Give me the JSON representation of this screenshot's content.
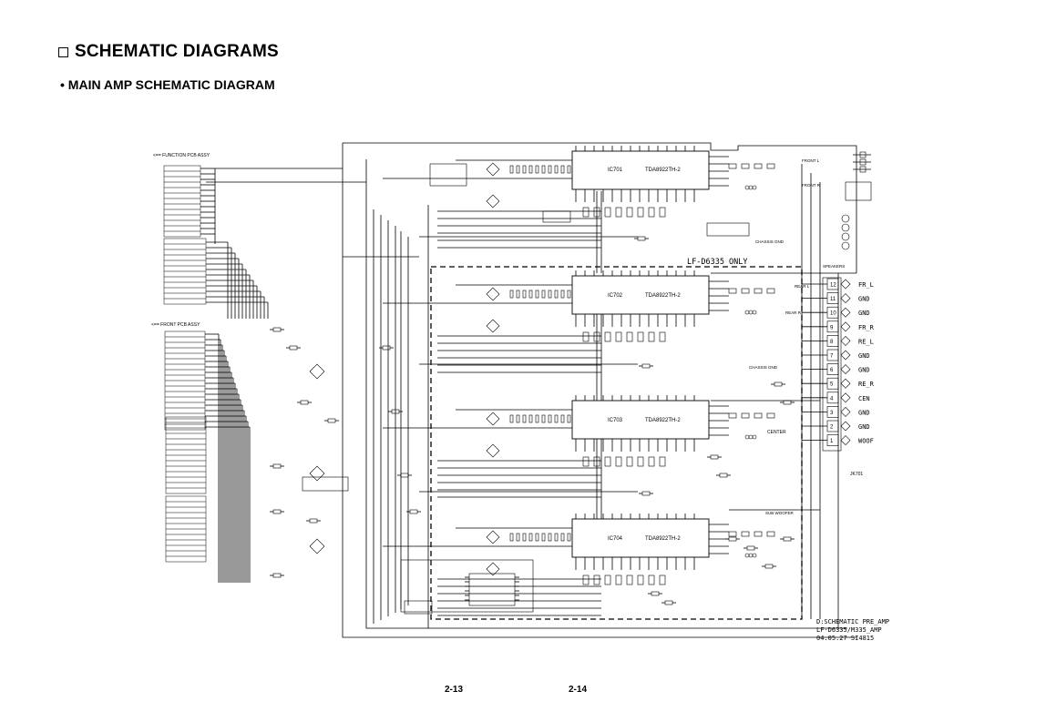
{
  "header": {
    "title": "SCHEMATIC DIAGRAMS",
    "subtitle": "• MAIN AMP SCHEMATIC DIAGRAM"
  },
  "labels": {
    "function_pcb": "<== FUNCTION PCB ASSY",
    "front_pcb": "<== FRONT PCB ASSY",
    "lf_only": "LF-D6335 ONLY",
    "front_l": "FRONT L",
    "front_r": "FRONT R",
    "rear_l": "REAR L",
    "rear_r": "REAR R",
    "center": "CENTER",
    "sub_woofer": "SUB WOOFER",
    "chassis_gnd": "CHASSIS GND",
    "chassis_gnd_2": "CHASSIS GND",
    "speakers": "SPEAKERS",
    "jk701": "JK701"
  },
  "ics": [
    {
      "ref": "IC701",
      "part": "TDA8922TH-2"
    },
    {
      "ref": "IC702",
      "part": "TDA8922TH-2"
    },
    {
      "ref": "IC703",
      "part": "TDA8922TH-2"
    },
    {
      "ref": "IC704",
      "part": "TDA8922TH-2"
    }
  ],
  "speaker_terminals": [
    {
      "pin": "12",
      "label": "FR_L"
    },
    {
      "pin": "11",
      "label": "GND"
    },
    {
      "pin": "10",
      "label": "GND"
    },
    {
      "pin": "9",
      "label": "FR_R"
    },
    {
      "pin": "8",
      "label": "RE_L"
    },
    {
      "pin": "7",
      "label": "GND"
    },
    {
      "pin": "6",
      "label": "GND"
    },
    {
      "pin": "5",
      "label": "RE_R"
    },
    {
      "pin": "4",
      "label": "CEN"
    },
    {
      "pin": "3",
      "label": "GND"
    },
    {
      "pin": "2",
      "label": "GND"
    },
    {
      "pin": "1",
      "label": "WOOF"
    }
  ],
  "footer": {
    "note": "D:SCHEMATIC PRE_AMP\nLF-D6335/M335_AMP\n04.05.27 SI4815"
  },
  "page_numbers": {
    "left": "2-13",
    "right": "2-14"
  }
}
